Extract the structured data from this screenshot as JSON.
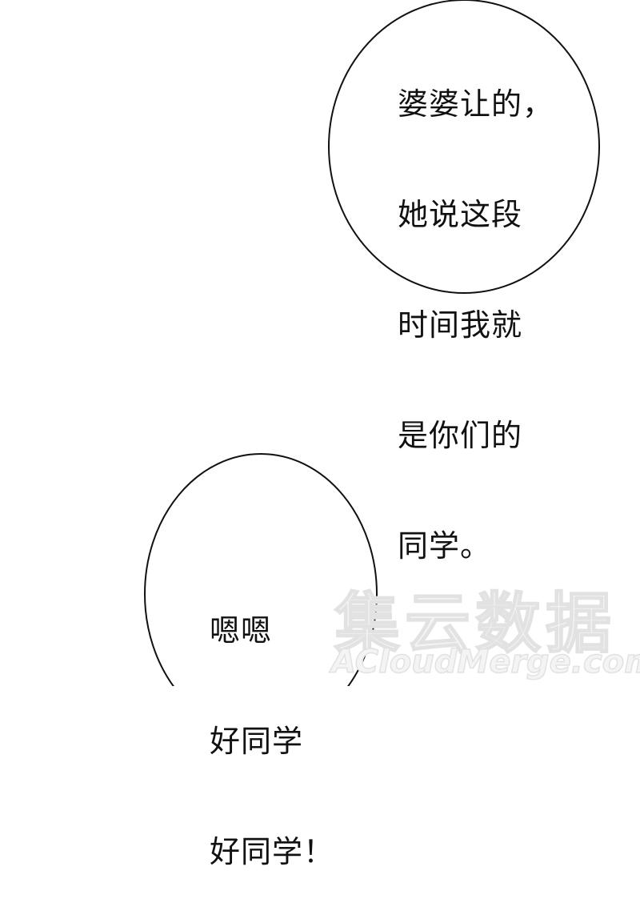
{
  "bubbles": {
    "top": {
      "lines": [
        "婆婆让的，",
        "她说这段",
        "时间我就",
        "是你们的",
        "同学。"
      ]
    },
    "bottom": {
      "lines": [
        "嗯嗯",
        "好同学",
        "好同学！"
      ]
    }
  },
  "watermark": {
    "chinese": "集云数据",
    "latin": "ACloudMerge.com"
  },
  "colors": {
    "background": "#ffffff",
    "outline": "#111111",
    "text": "#111111",
    "watermark": "#e2e2e2"
  }
}
